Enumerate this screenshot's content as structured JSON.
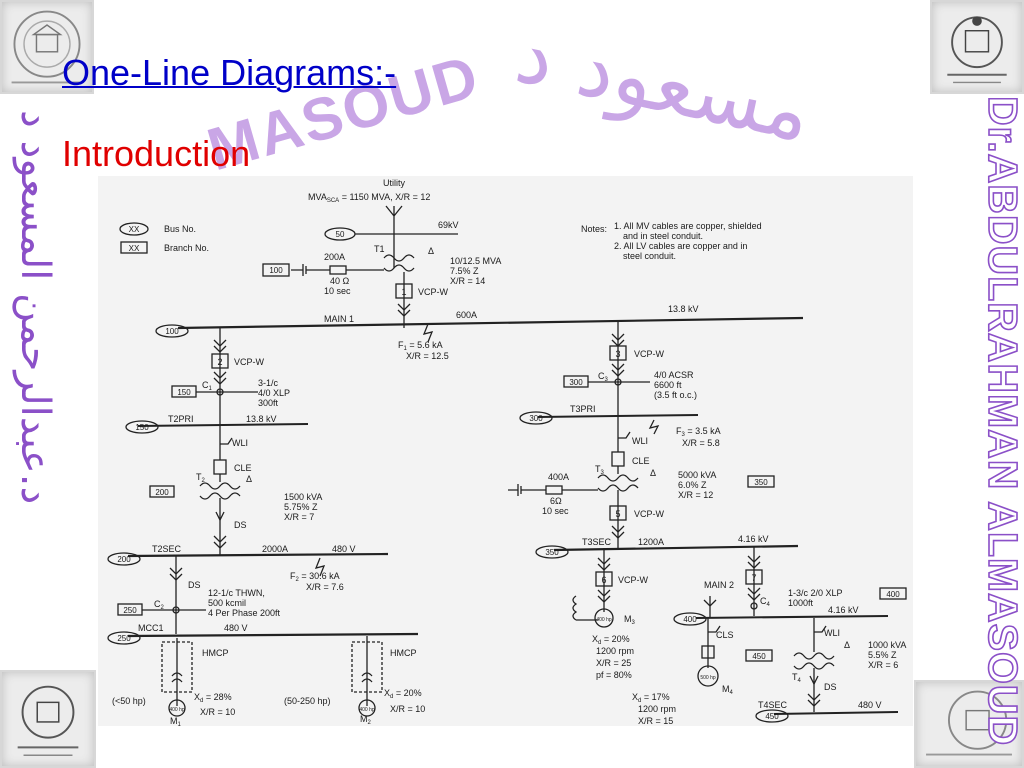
{
  "slide": {
    "title": "One-Line Diagrams:-",
    "subtitle": "Introduction"
  },
  "watermarks": {
    "english_curved": "MASOUD",
    "arabic_top": "مسعود د",
    "right_vertical": "Dr.ABDULRAHMAN ALMASOUD",
    "left_vertical": "د.عبدالرحمن المسعود د"
  },
  "colors": {
    "title": "#0000c8",
    "subtitle": "#e00000",
    "watermark_purple": "#8b50c8",
    "watermark_light": "#c9a6e6"
  },
  "diagram": {
    "legend": {
      "bus_symbol": "XX",
      "bus_label": "Bus No.",
      "branch_symbol": "XX",
      "branch_label": "Branch No."
    },
    "notes": {
      "heading": "Notes:",
      "line1": "1. All MV cables are copper, shielded",
      "line2": "and in steel conduit.",
      "line3": "2. All LV cables are copper and in",
      "line4": "steel conduit."
    },
    "utility": {
      "label": "Utility",
      "rating": "MVA",
      "rating_sub": "SCA",
      "rating_rest": " = 1150 MVA, X/R = 12",
      "kv": "69kV",
      "bus": "50"
    },
    "t1": {
      "name": "T1",
      "delta": "Δ",
      "rating1": "10/12.5 MVA",
      "rating2": "7.5% Z",
      "rating3": "X/R = 14",
      "ground_box": "100",
      "ground1": "200A",
      "ground2": "40 Ω",
      "ground3": "10 sec",
      "branch": "1",
      "breaker": "VCP-W"
    },
    "main1": {
      "bus": "100",
      "name": "MAIN 1",
      "amps": "600A",
      "kv": "13.8 kV",
      "fault1": "F",
      "fault1_sub": "1",
      "fault1_rest": " = 5.6 kA",
      "fault2": "X/R = 12.5"
    },
    "branch2": {
      "branch": "2",
      "breaker": "VCP-W",
      "cable_box": "150",
      "cable_name": "C",
      "cable_sub": "1",
      "cable1": "3-1/c",
      "cable2": "4/0 XLP",
      "cable3": "300ft",
      "bus": "150",
      "bus_name": "T2PRI",
      "bus_kv": "13.8 kV"
    },
    "t2": {
      "wli": "WLI",
      "cle": "CLE",
      "name": "T",
      "name_sub": "2",
      "delta": "Δ",
      "box": "200",
      "rating1": "1500 kVA",
      "rating2": "5.75% Z",
      "rating3": "X/R = 7",
      "ds": "DS"
    },
    "t2sec": {
      "bus": "200",
      "name": "T2SEC",
      "amps": "2000A",
      "kv": "480 V",
      "fault1": "F",
      "fault1_sub": "2",
      "fault1_rest": " = 30.6 kA",
      "fault2": "X/R = 7.6",
      "ds": "DS",
      "cable_box": "250",
      "cable_name": "C",
      "cable_sub": "2",
      "cable1": "12-1/c THWN,",
      "cable2": "500 kcmil",
      "cable3": "4 Per Phase 200ft"
    },
    "mcc1": {
      "bus": "250",
      "name": "MCC1",
      "kv": "480 V",
      "hmcp": "HMCP",
      "motor1_hp": "(<50 hp)",
      "motor1_x": "X",
      "motor1_x_sub": "d",
      "motor1_x_rest": " = 28%",
      "motor1_xr": "X/R = 10",
      "motor1_name": "M",
      "motor1_sub": "1",
      "motor1_glyph": "400 hp",
      "hmcp2": "HMCP",
      "motor2_hp": "(50-250 hp)",
      "motor2_x": "X",
      "motor2_x_sub": "d",
      "motor2_x_rest": " = 20%",
      "motor2_xr": "X/R = 10",
      "motor2_name": "M",
      "motor2_sub": "2",
      "motor2_glyph": "400 hp"
    },
    "branch3": {
      "branch": "3",
      "breaker": "VCP-W",
      "cable_box": "300",
      "cable_name": "C",
      "cable_sub": "3",
      "cable1": "4/0 ACSR",
      "cable2": "6600 ft",
      "cable3": "(3.5 ft o.c.)",
      "bus": "300",
      "bus_name": "T3PRI",
      "fault1": "F",
      "fault1_sub": "3",
      "fault1_rest": " = 3.5 kA",
      "fault2": "X/R = 5.8"
    },
    "t3": {
      "wli": "WLI",
      "cle": "CLE",
      "name": "T",
      "name_sub": "3",
      "delta": "Δ",
      "ground1": "400A",
      "ground2": "6Ω",
      "ground3": "10 sec",
      "rating1": "5000 kVA",
      "rating2": "6.0% Z",
      "rating3": "X/R = 12",
      "box": "350",
      "branch": "5",
      "breaker": "VCP-W"
    },
    "t3sec": {
      "bus": "350",
      "name": "T3SEC",
      "amps": "1200A",
      "kv": "4.16 kV"
    },
    "branch6": {
      "branch": "6",
      "breaker": "VCP-W",
      "main2": "MAIN 2",
      "motor_name": "M",
      "motor_sub": "3",
      "motor_glyph": "400 hp",
      "x": "X",
      "x_sub": "d",
      "x_rest": " = 20%",
      "rpm": "1200 rpm",
      "xr": "X/R = 25",
      "pf": "pf = 80%"
    },
    "branch7": {
      "branch": "7",
      "cable1": "1-3/c 2/0 XLP",
      "cable2": "1000ft",
      "cable_box": "400",
      "cable_name": "C",
      "cable_sub": "4",
      "bus": "400",
      "kv": "4.16 kV"
    },
    "m4": {
      "cls": "CLS",
      "motor_glyph": "500 hp",
      "name": "M",
      "sub": "4",
      "x": "X",
      "x_sub": "d",
      "x_rest": " = 17%",
      "rpm": "1200 rpm",
      "xr": "X/R = 15"
    },
    "t4": {
      "wli": "WLI",
      "delta": "Δ",
      "box": "450",
      "rating1": "1000 kVA",
      "rating2": "5.5% Z",
      "rating3": "X/R = 6",
      "name": "T",
      "name_sub": "4",
      "ds": "DS",
      "sec_name": "T4SEC",
      "sec_bus": "450",
      "sec_kv": "480 V"
    }
  }
}
